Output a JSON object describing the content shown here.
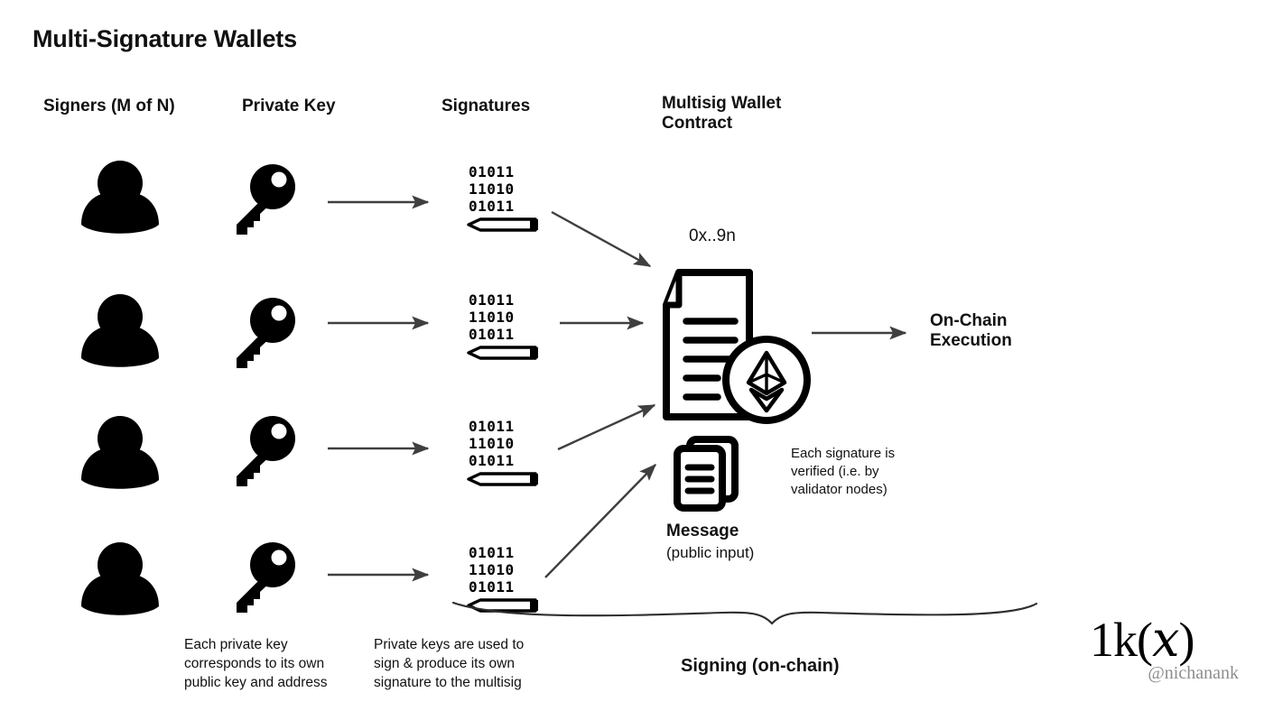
{
  "page": {
    "title": "Multi-Signature Wallets",
    "background": "#ffffff",
    "ink": "#000000",
    "arrow_color": "#3f3f3f"
  },
  "columns": [
    {
      "id": "signers",
      "label": "Signers (M of N)"
    },
    {
      "id": "private_key",
      "label": "Private Key"
    },
    {
      "id": "signatures",
      "label": "Signatures"
    },
    {
      "id": "contract",
      "label_line1": "Multisig Wallet",
      "label_line2": "Contract"
    }
  ],
  "rows": [
    {
      "signer_icon": "person-icon",
      "key_icon": "key-icon",
      "signature": {
        "line1": "01011",
        "line2": "11010",
        "line3": "01011",
        "pen_icon": "pen-icon"
      }
    },
    {
      "signer_icon": "person-icon",
      "key_icon": "key-icon",
      "signature": {
        "line1": "01011",
        "line2": "11010",
        "line3": "01011",
        "pen_icon": "pen-icon"
      }
    },
    {
      "signer_icon": "person-icon",
      "key_icon": "key-icon",
      "signature": {
        "line1": "01011",
        "line2": "11010",
        "line3": "01011",
        "pen_icon": "pen-icon"
      }
    },
    {
      "signer_icon": "person-icon",
      "key_icon": "key-icon",
      "signature": {
        "line1": "01011",
        "line2": "11010",
        "line3": "01011",
        "pen_icon": "pen-icon"
      }
    }
  ],
  "contract": {
    "address_label": "0x..9n",
    "doc_icon": "document-icon",
    "token_icon": "ethereum-icon"
  },
  "message": {
    "icon": "documents-stack-icon",
    "title": "Message",
    "subtitle": "(public input)"
  },
  "verification_note": {
    "line1": "Each signature is",
    "line2": "verified (i.e. by",
    "line3": "validator nodes)"
  },
  "execution": {
    "line1": "On-Chain",
    "line2": "Execution"
  },
  "captions": {
    "private_key": {
      "line1": "Each private key",
      "line2": "corresponds to its own",
      "line3": "public key and address"
    },
    "signature": {
      "line1": "Private keys are used to",
      "line2": "sign & produce its own",
      "line3": "signature to the multisig"
    }
  },
  "brace": {
    "label": "Signing (on-chain)",
    "icon": "curly-brace-icon"
  },
  "watermark": {
    "logo_prefix": "1k(",
    "logo_var": "x",
    "logo_suffix": ")",
    "handle": "@nichanank",
    "handle_color": "#8d8d8d"
  }
}
